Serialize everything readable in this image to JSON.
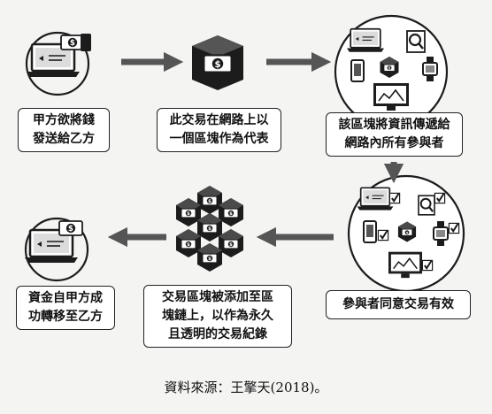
{
  "steps": [
    {
      "id": "step1",
      "lines": [
        "甲方欲將錢",
        "發送給乙方"
      ]
    },
    {
      "id": "step2",
      "lines": [
        "此交易在網路上以",
        "一個區塊作為代表"
      ]
    },
    {
      "id": "step3",
      "lines": [
        "該區塊將資訊傳遞給",
        "網路內所有參與者"
      ]
    },
    {
      "id": "step4",
      "lines": [
        "參與者同意交易有效"
      ]
    },
    {
      "id": "step5",
      "lines": [
        "交易區塊被添加至區",
        "塊鏈上，以作為永久",
        "且透明的交易紀錄"
      ]
    },
    {
      "id": "step6",
      "lines": [
        "資金自甲方成",
        "功轉移至乙方"
      ]
    }
  ],
  "currency_symbol": "$",
  "source": "資料來源：王擎天(2018)。",
  "colors": {
    "ink": "#1c1c1c",
    "arrow": "#555555",
    "box_border": "#222222"
  }
}
